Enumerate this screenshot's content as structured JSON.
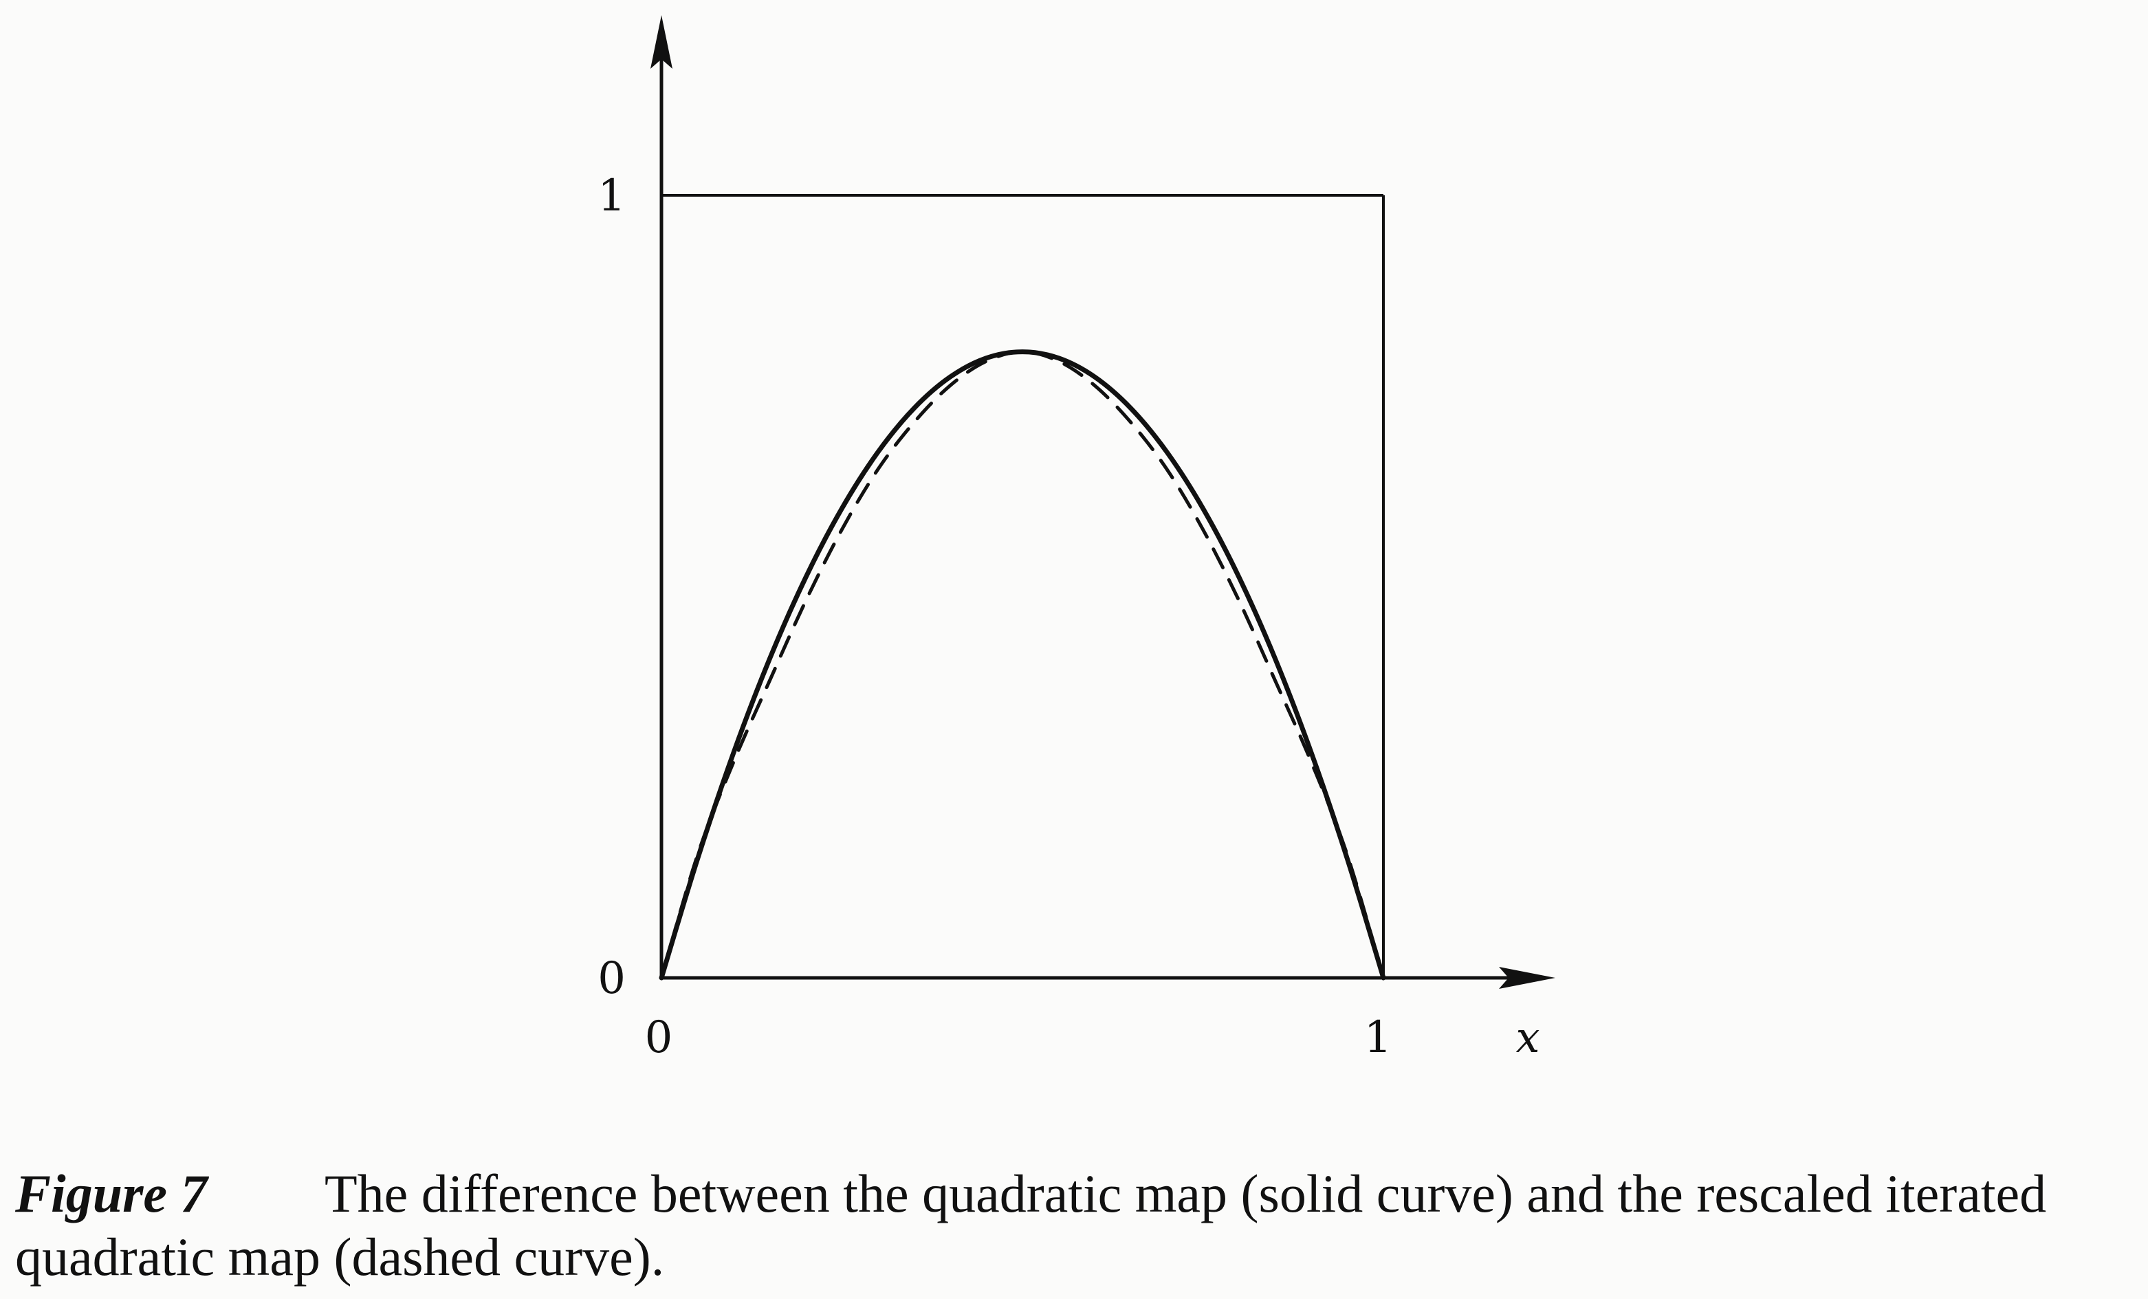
{
  "chart_data": {
    "type": "line",
    "x_ticks": [
      {
        "value": 0,
        "label": "0"
      },
      {
        "value": 1,
        "label": "1"
      }
    ],
    "y_ticks": [
      {
        "value": 0,
        "label": "0"
      },
      {
        "value": 1,
        "label": "1"
      }
    ],
    "xlabel": "x",
    "ylabel": "",
    "xlim": [
      0,
      1
    ],
    "ylim": [
      0,
      1
    ],
    "grid": false,
    "series": [
      {
        "style": "solid",
        "x": [
          0,
          0.05,
          0.1,
          0.15,
          0.2,
          0.25,
          0.3,
          0.35,
          0.4,
          0.45,
          0.5,
          0.55,
          0.6,
          0.65,
          0.7,
          0.75,
          0.8,
          0.85,
          0.9,
          0.95,
          1
        ],
        "y": [
          0,
          0.152,
          0.288,
          0.408,
          0.512,
          0.6,
          0.672,
          0.728,
          0.768,
          0.792,
          0.8,
          0.792,
          0.768,
          0.728,
          0.672,
          0.6,
          0.512,
          0.408,
          0.288,
          0.152,
          0
        ]
      },
      {
        "style": "dashed",
        "x": [
          0,
          0.05,
          0.1,
          0.15,
          0.2,
          0.25,
          0.3,
          0.35,
          0.4,
          0.45,
          0.5,
          0.55,
          0.6,
          0.65,
          0.7,
          0.75,
          0.8,
          0.85,
          0.9,
          0.95,
          1
        ],
        "y": [
          0,
          0.157,
          0.276,
          0.38,
          0.482,
          0.573,
          0.65,
          0.71,
          0.757,
          0.788,
          0.8,
          0.788,
          0.757,
          0.71,
          0.65,
          0.573,
          0.482,
          0.38,
          0.276,
          0.157,
          0
        ]
      }
    ]
  },
  "caption": {
    "label": "Figure 7",
    "text": "The difference between the quadratic map (solid curve) and the rescaled iterated quadratic map (dashed curve)."
  }
}
